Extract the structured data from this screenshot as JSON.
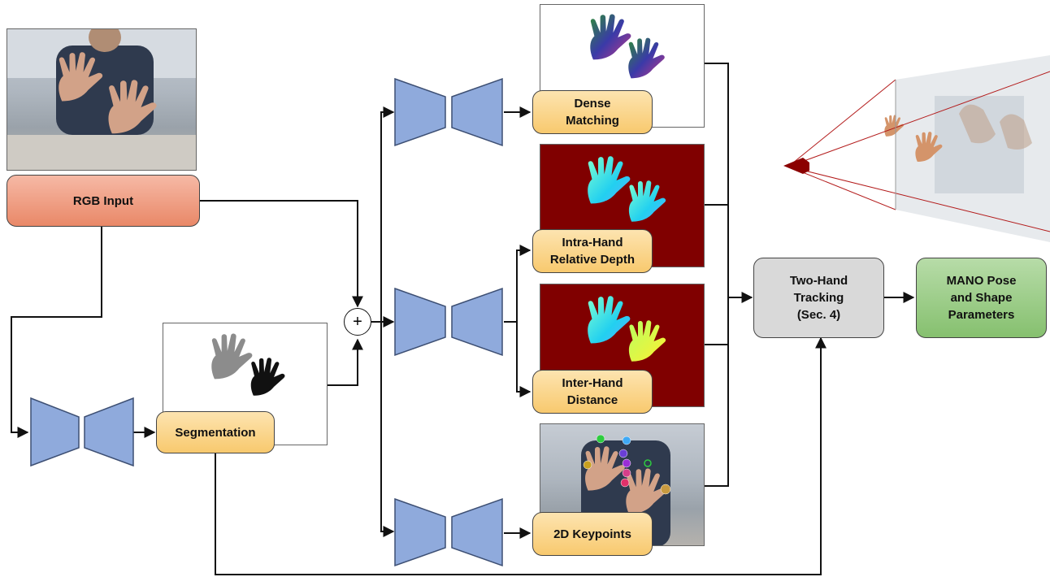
{
  "nodes": {
    "rgb_input": "RGB Input",
    "segmentation": "Segmentation",
    "dense_matching": "Dense\nMatching",
    "intra_hand_depth": "Intra-Hand\nRelative Depth",
    "inter_hand_distance": "Inter-Hand\nDistance",
    "keypoints_2d": "2D Keypoints",
    "two_hand_tracking": "Two-Hand\nTracking\n(Sec. 4)",
    "mano_params": "MANO Pose\nand Shape\nParameters"
  },
  "operator": "+",
  "colors": {
    "network": "#8faadc",
    "rgb_node": "#f4b19c",
    "output_node": "#fcd690",
    "tracking_node": "#d9d9d9",
    "mano_node": "#a9d18e",
    "depth_map_background": "#800000"
  },
  "icons": [
    "encoder-decoder-network",
    "sum-operator",
    "hand-image",
    "camera-frustum"
  ]
}
